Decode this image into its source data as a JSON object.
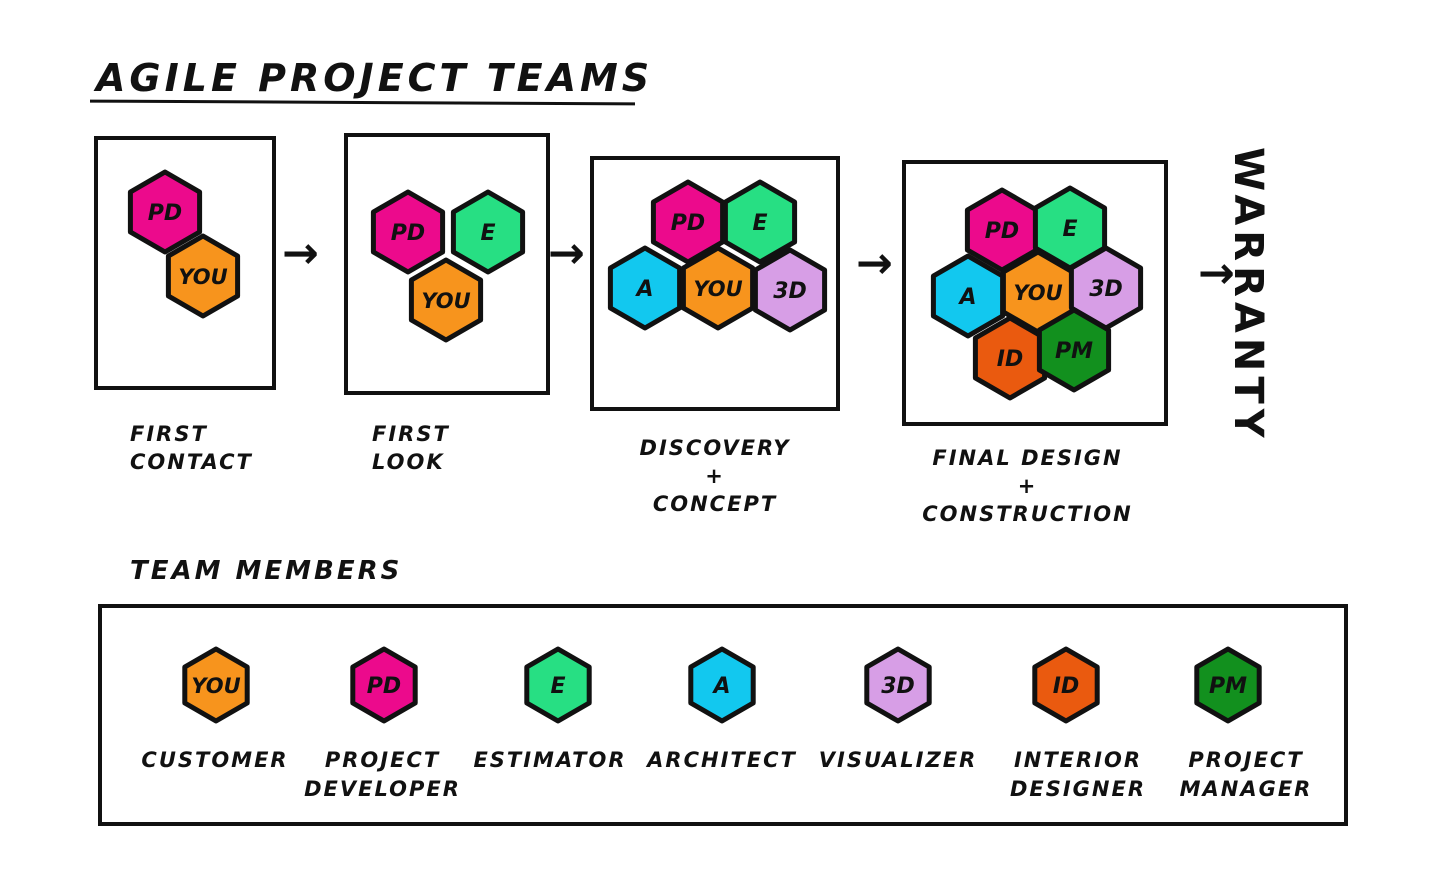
{
  "title": "AGILE PROJECT TEAMS",
  "stages": [
    {
      "label_line1": "FIRST",
      "label_line2": "CONTACT",
      "label_line3": ""
    },
    {
      "label_line1": "FIRST",
      "label_line2": "LOOK",
      "label_line3": ""
    },
    {
      "label_line1": "DISCOVERY",
      "label_line2": "+",
      "label_line3": "CONCEPT"
    },
    {
      "label_line1": "FINAL DESIGN",
      "label_line2": "+",
      "label_line3": "CONSTRUCTION"
    }
  ],
  "end_label": "WARRANTY",
  "team_title": "TEAM MEMBERS",
  "roles": [
    {
      "code": "YOU",
      "color": "#f7941d",
      "label_line1": "CUSTOMER",
      "label_line2": ""
    },
    {
      "code": "PD",
      "color": "#ec0a8c",
      "label_line1": "PROJECT",
      "label_line2": "DEVELOPER"
    },
    {
      "code": "E",
      "color": "#27df83",
      "label_line1": "ESTIMATOR",
      "label_line2": ""
    },
    {
      "code": "A",
      "color": "#12c8ef",
      "label_line1": "ARCHITECT",
      "label_line2": ""
    },
    {
      "code": "3D",
      "color": "#d79ee6",
      "label_line1": "VISUALIZER",
      "label_line2": ""
    },
    {
      "code": "ID",
      "color": "#ea5a0f",
      "label_line1": "INTERIOR",
      "label_line2": "DESIGNER"
    },
    {
      "code": "PM",
      "color": "#12901e",
      "label_line1": "PROJECT",
      "label_line2": "MANAGER"
    }
  ],
  "icons": {
    "arrow": "right-arrow-icon"
  }
}
